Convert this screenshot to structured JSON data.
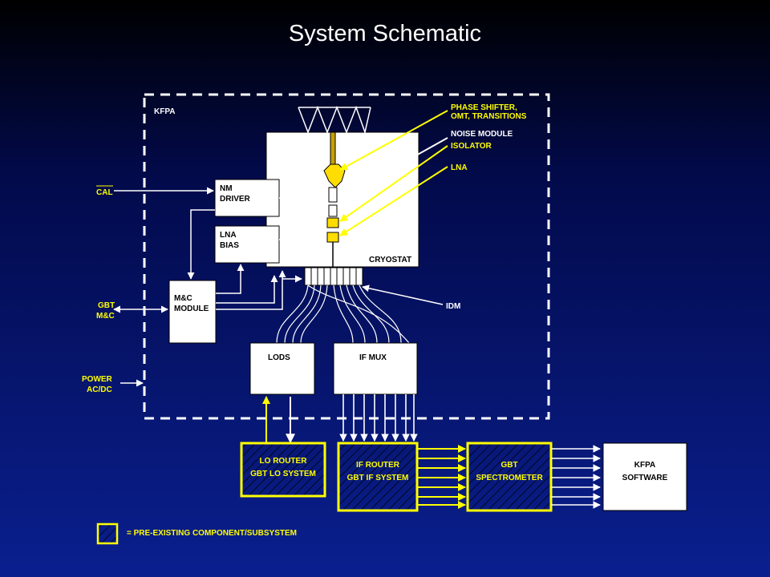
{
  "title": "System Schematic",
  "kfpa_label": "KFPA",
  "cryostat_label": "CRYOSTAT",
  "components": {
    "nm_driver": [
      "NM",
      "DRIVER"
    ],
    "lna_bias": [
      "LNA",
      "BIAS"
    ],
    "mc_module": [
      "M&C",
      "MODULE"
    ],
    "lods": "LODS",
    "if_mux": "IF MUX",
    "lo_router": [
      "LO ROUTER",
      "GBT LO SYSTEM"
    ],
    "if_router": [
      "IF ROUTER",
      "GBT IF SYSTEM"
    ],
    "gbt_spectrometer": [
      "GBT",
      "SPECTROMETER"
    ],
    "kfpa_software": [
      "KFPA",
      "SOFTWARE"
    ]
  },
  "inputs": {
    "cal": "CAL",
    "gbt_mc": [
      "GBT",
      "M&C"
    ],
    "power": [
      "POWER",
      "AC/DC"
    ]
  },
  "callouts": {
    "phase_shifter": [
      "PHASE SHIFTER,",
      "OMT, TRANSITIONS"
    ],
    "noise_module": "NOISE MODULE",
    "isolator": "ISOLATOR",
    "lna": "LNA",
    "idm": "IDM"
  },
  "legend": "= PRE-EXISTING COMPONENT/SUBSYSTEM",
  "colors": {
    "line": "#ffffff",
    "highlight": "#ffff00",
    "hatch_fill": "#0a1f8f"
  }
}
